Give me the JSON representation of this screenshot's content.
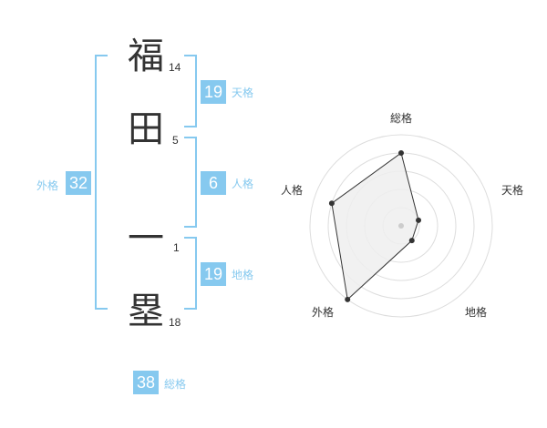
{
  "name": {
    "characters": [
      {
        "char": "福",
        "strokes": "14"
      },
      {
        "char": "田",
        "strokes": "5"
      },
      {
        "char": "一",
        "strokes": "1"
      },
      {
        "char": "塁",
        "strokes": "18"
      }
    ]
  },
  "fortune": {
    "tenkaku": {
      "value": "19",
      "label": "天格"
    },
    "jinkaku": {
      "value": "6",
      "label": "人格"
    },
    "chikaku": {
      "value": "19",
      "label": "地格"
    },
    "gaikaku": {
      "value": "32",
      "label": "外格"
    },
    "soukaku": {
      "value": "38",
      "label": "総格"
    }
  },
  "chart_data": {
    "type": "radar",
    "axes": [
      "総格",
      "天格",
      "地格",
      "外格",
      "人格"
    ],
    "values": [
      4,
      1,
      1,
      5,
      4
    ],
    "rmax": 5,
    "rings": 5,
    "colors": {
      "fill": "#eeeeee",
      "line": "#333333",
      "ring": "#dddddd",
      "point": "#333333",
      "center": "#cccccc"
    }
  }
}
